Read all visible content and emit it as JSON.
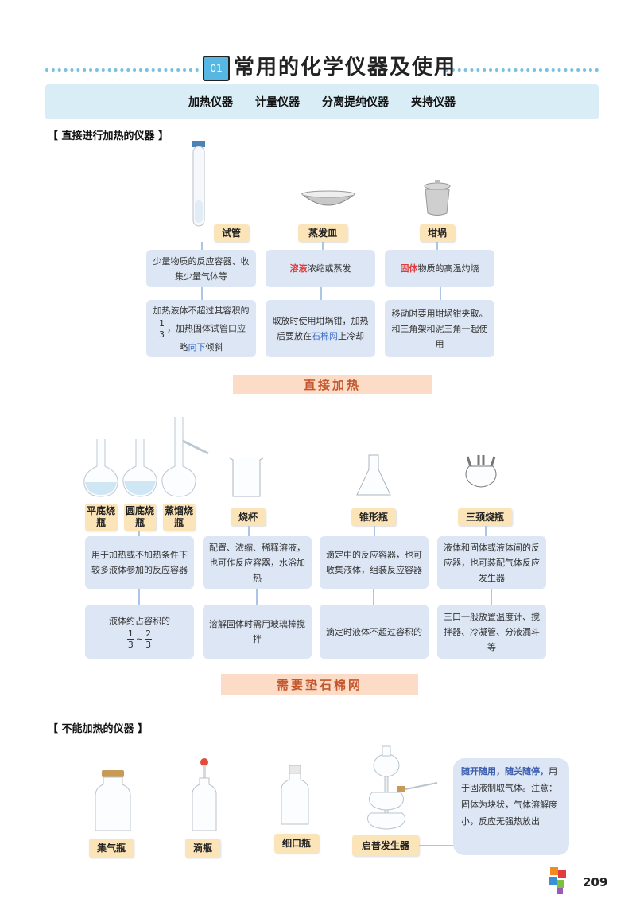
{
  "header": {
    "badge": "01",
    "title": "常用的化学仪器及使用"
  },
  "categories": [
    "加热仪器",
    "计量仪器",
    "分离提纯仪器",
    "夹持仪器"
  ],
  "section1": {
    "heading": "【 直接进行加热的仪器 】"
  },
  "direct": {
    "test_tube": {
      "name": "试管",
      "use": "少量物质的反应容器、收集少量气体等",
      "note_pre": "加热液体不超过其容积的",
      "note_frac_n": "1",
      "note_frac_d": "3",
      "note_mid": "，加热固体试管口应略",
      "note_hl": "向下",
      "note_post": "倾斜"
    },
    "dish": {
      "name": "蒸发皿",
      "use_hl": "溶液",
      "use_rest": "浓缩或蒸发",
      "note_pre": "取放时使用坩埚钳，加热后要放在",
      "note_hl": "石棉网",
      "note_post": "上冷却"
    },
    "crucible": {
      "name": "坩埚",
      "use_hl": "固体",
      "use_rest": "物质的高温灼烧",
      "note": "移动时要用坩埚钳夹取。和三角架和泥三角一起使用"
    },
    "banner": "直接加热"
  },
  "flasks": {
    "names": [
      "平底烧瓶",
      "圆底烧瓶",
      "蒸馏烧瓶"
    ],
    "use": "用于加热或不加热条件下较多液体参加的反应容器",
    "note_pre": "液体约占容积的",
    "frac1_n": "1",
    "frac1_d": "3",
    "tilde": "~",
    "frac2_n": "2",
    "frac2_d": "3"
  },
  "beaker": {
    "name": "烧杯",
    "use": "配置、浓缩、稀释溶液，也可作反应容器，水浴加热",
    "note": "溶解固体时需用玻璃棒搅拌"
  },
  "conical": {
    "name": "锥形瓶",
    "use": "滴定中的反应容器，也可收集液体，组装反应容器",
    "note": "滴定时液体不超过容积的"
  },
  "three_neck": {
    "name": "三颈烧瓶",
    "use": "液体和固体或液体间的反应器，也可装配气体反应发生器",
    "note": "三口一般放置温度计、搅拌器、冷凝管、分液漏斗等"
  },
  "banner2": "需要垫石棉网",
  "section2": {
    "heading": "【 不能加热的仪器 】"
  },
  "nonheat": {
    "names": [
      "集气瓶",
      "滴瓶",
      "细口瓶",
      "启普发生器"
    ],
    "note_hl": "随开随用，随关随停，",
    "note_text": "用于固液制取气体。注意：固体为块状，气体溶解度小，反应无强热放出"
  },
  "page_number": "209",
  "colors": {
    "accent": "#57b7e3",
    "box": "#dde6f4",
    "label": "#fbe4b8",
    "banner": "#fcdcc6",
    "red": "#e03a3a",
    "blue": "#3d6ec9"
  }
}
